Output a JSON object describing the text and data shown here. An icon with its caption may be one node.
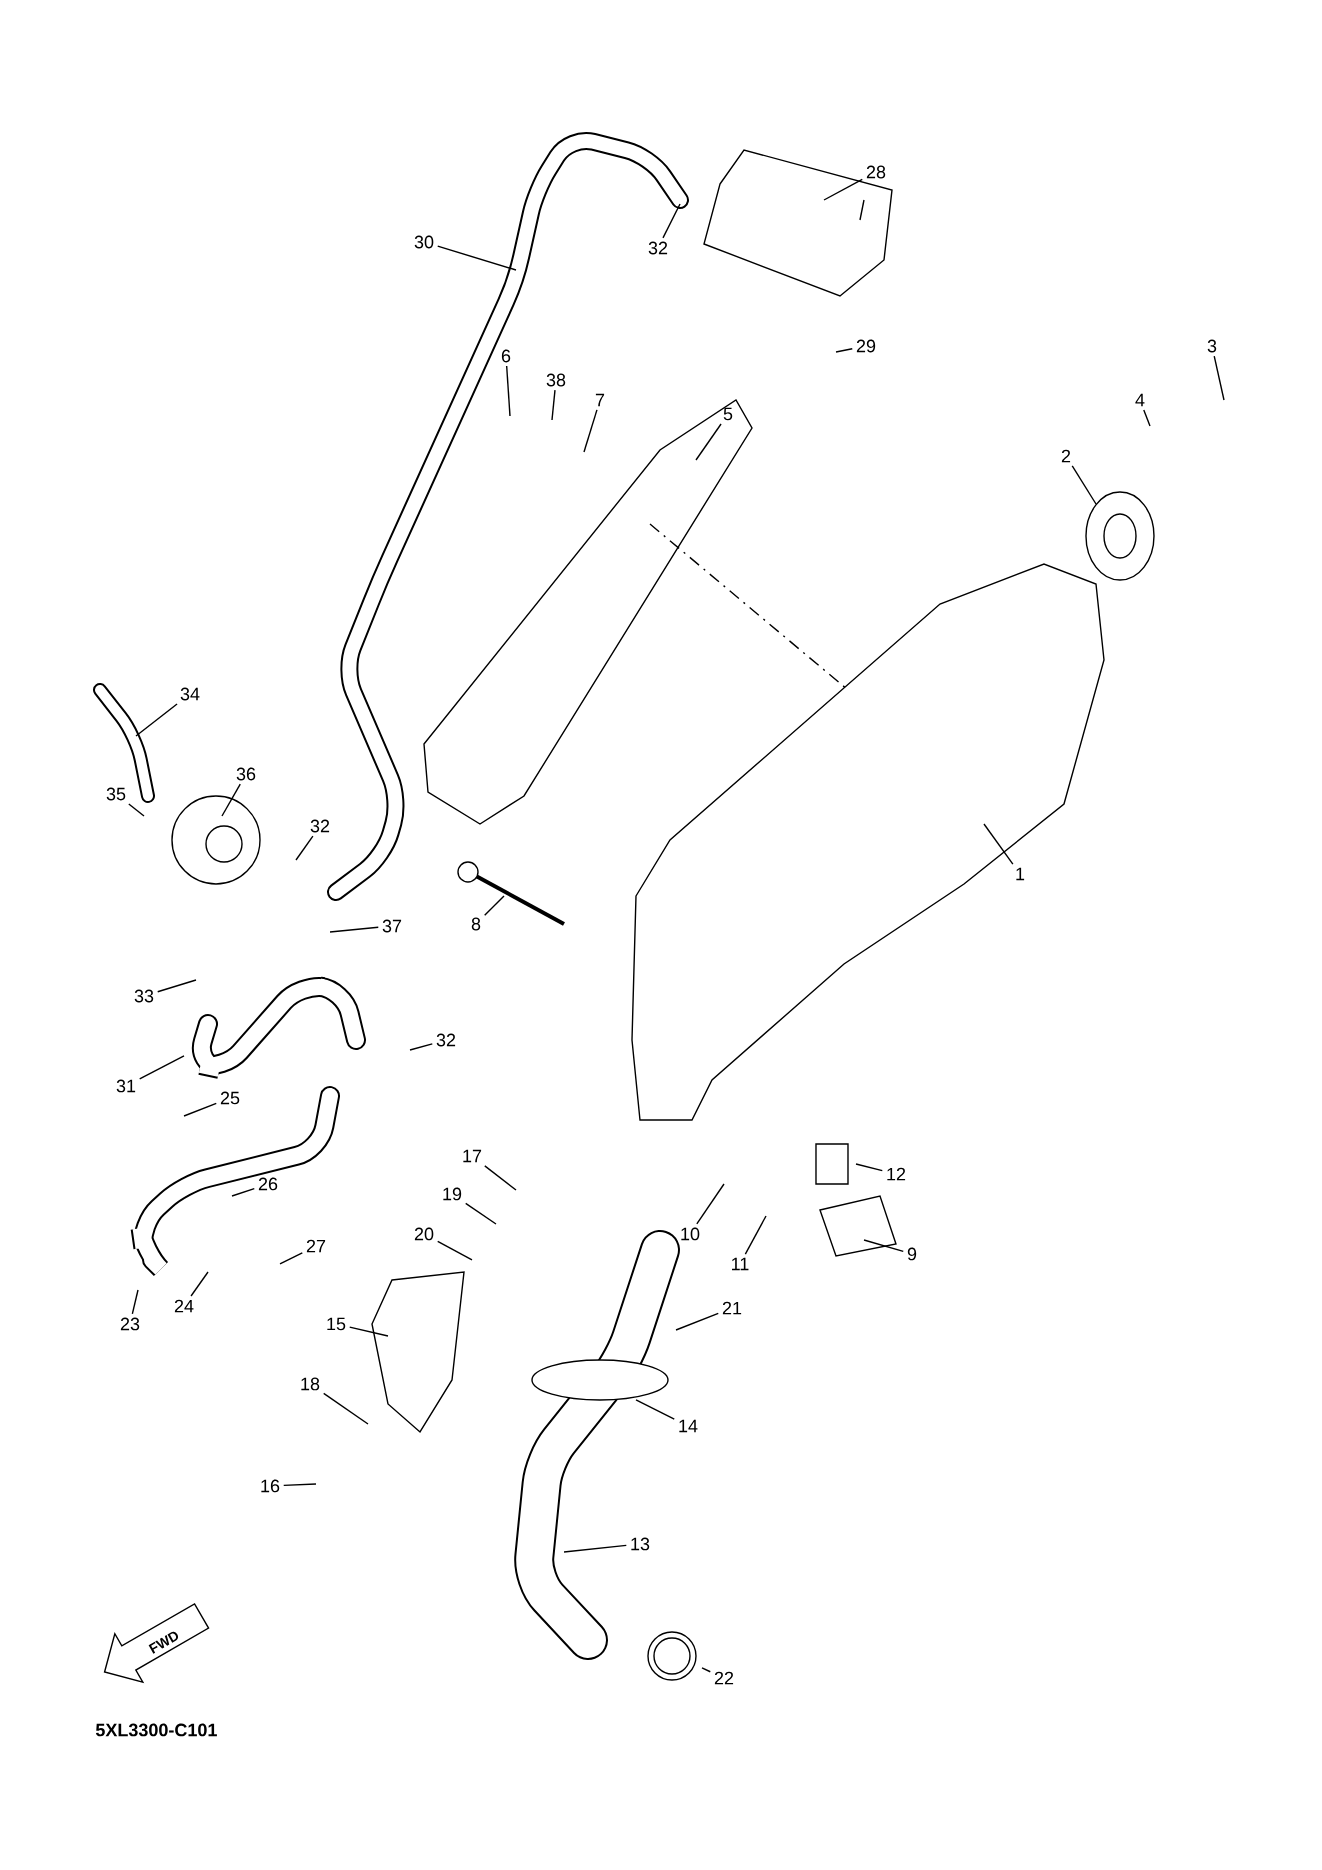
{
  "diagram": {
    "nodes": [
      {
        "text": [
          "28"
        ]
      },
      {
        "text": [
          "30"
        ]
      },
      {
        "text": [
          "32"
        ]
      },
      {
        "text": [
          "29"
        ]
      },
      {
        "text": [
          "6"
        ]
      },
      {
        "text": [
          "38"
        ]
      },
      {
        "text": [
          "7"
        ]
      },
      {
        "text": [
          "5"
        ]
      },
      {
        "text": [
          "3"
        ]
      },
      {
        "text": [
          "4"
        ]
      },
      {
        "text": [
          "2"
        ]
      },
      {
        "text": [
          "34"
        ]
      },
      {
        "text": [
          "36"
        ]
      },
      {
        "text": [
          "35"
        ]
      },
      {
        "text": [
          "32"
        ]
      },
      {
        "text": [
          "37"
        ]
      },
      {
        "text": [
          "8"
        ]
      },
      {
        "text": [
          "1"
        ]
      },
      {
        "text": [
          "33"
        ]
      },
      {
        "text": [
          "32"
        ]
      },
      {
        "text": [
          "31"
        ]
      },
      {
        "text": [
          "25"
        ]
      },
      {
        "text": [
          "26"
        ]
      },
      {
        "text": [
          "27"
        ]
      },
      {
        "text": [
          "24"
        ]
      },
      {
        "text": [
          "23"
        ]
      },
      {
        "text": [
          "17"
        ]
      },
      {
        "text": [
          "19"
        ]
      },
      {
        "text": [
          "20"
        ]
      },
      {
        "text": [
          "15"
        ]
      },
      {
        "text": [
          "18"
        ]
      },
      {
        "text": [
          "16"
        ]
      },
      {
        "text": [
          "12"
        ]
      },
      {
        "text": [
          "10"
        ]
      },
      {
        "text": [
          "11"
        ]
      },
      {
        "text": [
          "9"
        ]
      },
      {
        "text": [
          "21"
        ]
      },
      {
        "text": [
          "14"
        ]
      },
      {
        "text": [
          "13"
        ]
      },
      {
        "text": [
          "22"
        ]
      }
    ],
    "edges": [
      {
        "from": 0,
        "to": null,
        "arrow": "none"
      },
      {
        "from": 1,
        "to": null,
        "arrow": "none"
      },
      {
        "from": 2,
        "to": null,
        "arrow": "none"
      },
      {
        "from": 3,
        "to": null,
        "arrow": "none"
      },
      {
        "from": 4,
        "to": null,
        "arrow": "none"
      },
      {
        "from": 5,
        "to": null,
        "arrow": "none"
      },
      {
        "from": 6,
        "to": null,
        "arrow": "none"
      },
      {
        "from": 7,
        "to": null,
        "arrow": "none"
      },
      {
        "from": 8,
        "to": null,
        "arrow": "none"
      },
      {
        "from": 9,
        "to": null,
        "arrow": "none"
      },
      {
        "from": 10,
        "to": null,
        "arrow": "none"
      },
      {
        "from": 11,
        "to": null,
        "arrow": "none"
      },
      {
        "from": 12,
        "to": null,
        "arrow": "none"
      },
      {
        "from": 13,
        "to": null,
        "arrow": "none"
      },
      {
        "from": 14,
        "to": null,
        "arrow": "none"
      },
      {
        "from": 15,
        "to": null,
        "arrow": "none"
      },
      {
        "from": 16,
        "to": null,
        "arrow": "none"
      },
      {
        "from": 17,
        "to": null,
        "arrow": "none"
      },
      {
        "from": 18,
        "to": null,
        "arrow": "none"
      },
      {
        "from": 19,
        "to": null,
        "arrow": "none"
      },
      {
        "from": 20,
        "to": null,
        "arrow": "none"
      },
      {
        "from": 21,
        "to": null,
        "arrow": "none"
      },
      {
        "from": 22,
        "to": null,
        "arrow": "none"
      },
      {
        "from": 23,
        "to": null,
        "arrow": "none"
      },
      {
        "from": 24,
        "to": null,
        "arrow": "none"
      },
      {
        "from": 25,
        "to": null,
        "arrow": "none"
      },
      {
        "from": 26,
        "to": null,
        "arrow": "none"
      },
      {
        "from": 27,
        "to": null,
        "arrow": "none"
      },
      {
        "from": 28,
        "to": null,
        "arrow": "none"
      },
      {
        "from": 29,
        "to": null,
        "arrow": "none"
      },
      {
        "from": 30,
        "to": null,
        "arrow": "none"
      },
      {
        "from": 31,
        "to": null,
        "arrow": "none"
      },
      {
        "from": 32,
        "to": null,
        "arrow": "none"
      },
      {
        "from": 33,
        "to": null,
        "arrow": "none"
      },
      {
        "from": 34,
        "to": null,
        "arrow": "none"
      },
      {
        "from": 35,
        "to": null,
        "arrow": "none"
      },
      {
        "from": 36,
        "to": null,
        "arrow": "none"
      },
      {
        "from": 37,
        "to": null,
        "arrow": "none"
      },
      {
        "from": 38,
        "to": null,
        "arrow": "none"
      },
      {
        "from": 39,
        "to": null,
        "arrow": "none"
      }
    ],
    "labels": [
      "FWD",
      "5XL3300-C101"
    ]
  }
}
